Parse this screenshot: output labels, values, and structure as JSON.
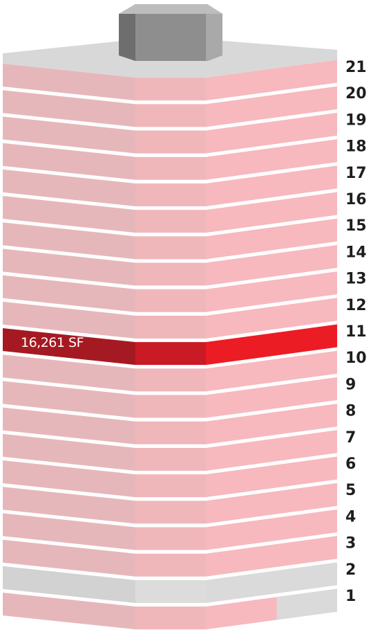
{
  "highlight": {
    "floor": "11",
    "area_label": "16,261 SF"
  },
  "floors": [
    {
      "label": "21",
      "status": "available"
    },
    {
      "label": "20",
      "status": "available"
    },
    {
      "label": "19",
      "status": "available"
    },
    {
      "label": "18",
      "status": "available"
    },
    {
      "label": "17",
      "status": "available"
    },
    {
      "label": "16",
      "status": "available"
    },
    {
      "label": "15",
      "status": "available"
    },
    {
      "label": "14",
      "status": "available"
    },
    {
      "label": "13",
      "status": "available"
    },
    {
      "label": "12",
      "status": "available"
    },
    {
      "label": "11",
      "status": "highlighted"
    },
    {
      "label": "10",
      "status": "available"
    },
    {
      "label": "9",
      "status": "available"
    },
    {
      "label": "8",
      "status": "available"
    },
    {
      "label": "7",
      "status": "available"
    },
    {
      "label": "6",
      "status": "available"
    },
    {
      "label": "5",
      "status": "available"
    },
    {
      "label": "4",
      "status": "available"
    },
    {
      "label": "3",
      "status": "available"
    },
    {
      "label": "2",
      "status": "unavailable"
    },
    {
      "label": "1",
      "status": "partial",
      "available_fraction": 0.8
    }
  ],
  "colors": {
    "available": [
      "#e6b7ba",
      "#f0b7bb",
      "#f7b9bd"
    ],
    "highlighted": [
      "#a51a22",
      "#c91b26",
      "#ec1c25"
    ],
    "unavailable": [
      "#d2d2d2",
      "#dcdcdc",
      "#dadada"
    ],
    "roof": "#d8d8d8",
    "penthouse": [
      "#6e6e6e",
      "#8e8e8e",
      "#a9a9a9"
    ]
  }
}
